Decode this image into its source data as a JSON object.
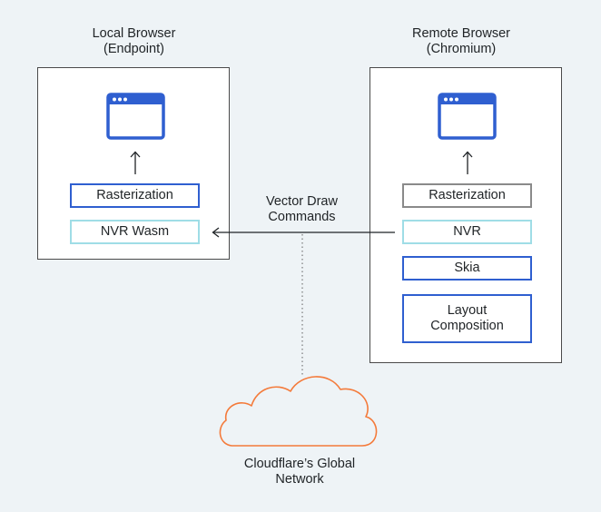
{
  "local": {
    "title": "Local Browser\n(Endpoint)",
    "boxes": {
      "rasterization": "Rasterization",
      "nvr_wasm": "NVR Wasm"
    }
  },
  "remote": {
    "title": "Remote Browser\n(Chromium)",
    "boxes": {
      "rasterization": "Rasterization",
      "nvr": "NVR",
      "skia": "Skia",
      "layout": "Layout\nComposition"
    }
  },
  "connection": {
    "label": "Vector Draw\nCommands"
  },
  "network": {
    "label": "Cloudflare’s Global\nNetwork"
  },
  "colors": {
    "background": "#eef3f6",
    "blue": "#2f5fd0",
    "cyan": "#9fdde6",
    "gray": "#8a8a8a",
    "cloud": "#f47a3a"
  },
  "icons": [
    "browser-window-icon",
    "cloud-icon",
    "up-arrow-icon",
    "left-arrow-icon"
  ]
}
